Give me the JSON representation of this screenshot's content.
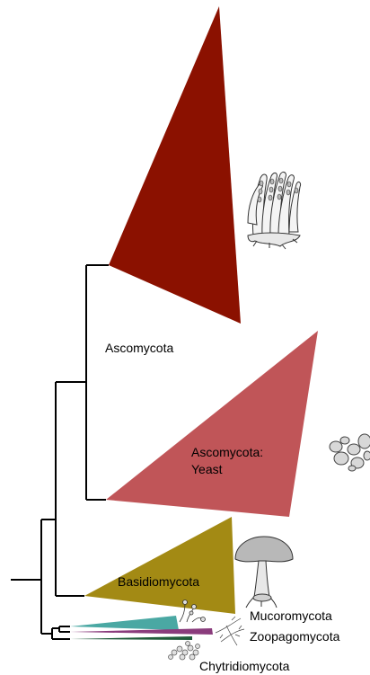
{
  "colors": {
    "background": "#ffffff",
    "branch": "#000000",
    "ascomycota": "#8b1100",
    "yeast": "#c05558",
    "basidiomycota": "#a38a14",
    "mucoromycota": "#4aa8a3",
    "zoopagomycota": "#8a3c7c",
    "chytridiomycota": "#1f5c3a"
  },
  "clades": [
    {
      "id": "ascomycota",
      "label": "Ascomycota",
      "icon": "ascomycete-fruiting-body-icon"
    },
    {
      "id": "yeast",
      "label_lines": [
        "Ascomycota:",
        "Yeast"
      ],
      "icon": "yeast-cells-icon"
    },
    {
      "id": "basidiomycota",
      "label": "Basidiomycota",
      "icon": "mushroom-icon"
    },
    {
      "id": "mucoromycota",
      "label": "Mucoromycota",
      "icon": "mold-sporangium-icon"
    },
    {
      "id": "zoopagomycota",
      "label": "Zoopagomycota",
      "icon": "hyphae-icon"
    },
    {
      "id": "chytridiomycota",
      "label": "Chytridiomycota",
      "icon": "chytrid-cells-icon"
    }
  ]
}
